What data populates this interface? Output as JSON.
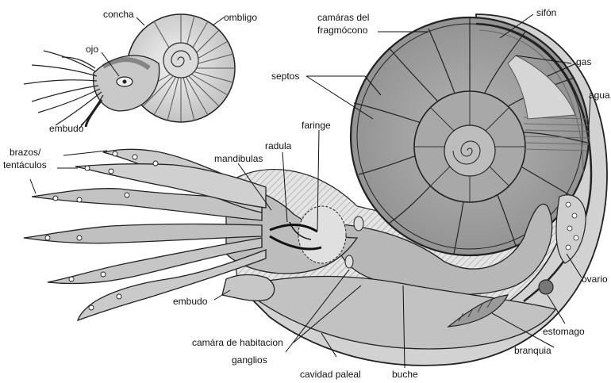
{
  "labels": {
    "concha": "concha",
    "ombligo": "ombligo",
    "ojo": "ojo",
    "embudo_small": "embudo",
    "brazos_line1": "brazos/",
    "brazos_line2": "tentáculos",
    "camaras_line1": "camáras del",
    "camaras_line2": "fragmócono",
    "sifon": "sifón",
    "gas": "gas",
    "septos": "septos",
    "agua": "agua",
    "faringe": "faringe",
    "radula": "radula",
    "mandibulas": "mandibulas",
    "embudo_large": "embudo",
    "ovario": "ovario",
    "estomago": "estomago",
    "camara_habitacion": "camára de habitacion",
    "branquia": "branquia",
    "ganglios": "ganglios",
    "cavidad_paleal": "cavidad paleal",
    "buche": "buche"
  },
  "colors": {
    "ink": "#222222",
    "shell_light": "#e6e6e6",
    "shell_mid": "#c8c8c8",
    "shell_dark": "#8a8a8a",
    "chamber_fill": "#9a9a9a",
    "body_fill": "#bdbdbd"
  }
}
